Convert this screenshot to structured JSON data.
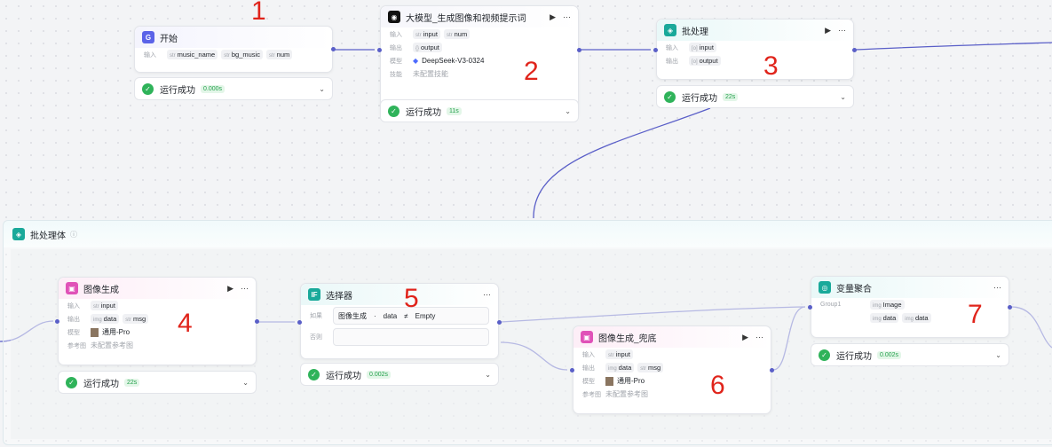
{
  "status_label": "运行成功",
  "nodes": [
    {
      "id": "start",
      "title": "开始",
      "icon": "start-icon",
      "icon_glyph": "G",
      "color": "#5b63e8",
      "actions": false,
      "rows": [
        {
          "label": "输入",
          "tags": [
            {
              "t": "str",
              "v": "music_name"
            },
            {
              "t": "str",
              "v": "bg_music"
            },
            {
              "t": "str",
              "v": "num"
            }
          ]
        }
      ],
      "status_time": "0.000s",
      "annotation": "1"
    },
    {
      "id": "llm",
      "title": "大模型_生成图像和视频提示词",
      "icon": "llm-icon",
      "icon_glyph": "◉",
      "color": "#111111",
      "actions": true,
      "rows": [
        {
          "label": "输入",
          "tags": [
            {
              "t": "str",
              "v": "input"
            },
            {
              "t": "str",
              "v": "num"
            }
          ]
        },
        {
          "label": "输出",
          "tags": [
            {
              "t": "{}",
              "v": "output"
            }
          ]
        },
        {
          "label": "模型",
          "text": "DeepSeek-V3-0324"
        },
        {
          "label": "技能",
          "muted": "未配置技能"
        }
      ],
      "status_time": "11s",
      "annotation": "2"
    },
    {
      "id": "batch",
      "title": "批处理",
      "icon": "batch-icon",
      "icon_glyph": "◈",
      "color": "#19a99a",
      "actions": true,
      "rows": [
        {
          "label": "输入",
          "tags": [
            {
              "t": "[o]",
              "v": "input"
            }
          ]
        },
        {
          "label": "输出",
          "tags": [
            {
              "t": "[o]",
              "v": "output"
            }
          ]
        }
      ],
      "status_time": "22s",
      "annotation": "3"
    },
    {
      "id": "img",
      "title": "图像生成",
      "icon": "image-icon",
      "icon_glyph": "▣",
      "color": "#e052b8",
      "actions": true,
      "rows": [
        {
          "label": "输入",
          "tags": [
            {
              "t": "str",
              "v": "input"
            }
          ]
        },
        {
          "label": "输出",
          "tags": [
            {
              "t": "img",
              "v": "data"
            },
            {
              "t": "str",
              "v": "msg"
            }
          ]
        },
        {
          "label": "模型",
          "text": "通用-Pro"
        },
        {
          "label": "参考图",
          "muted": "未配置参考图"
        }
      ],
      "status_time": "22s",
      "annotation": "4"
    },
    {
      "id": "sel",
      "title": "选择器",
      "icon": "if-icon",
      "icon_glyph": "IF",
      "color": "#19a99a",
      "actions": "more",
      "status_time": "0.002s",
      "annotation": "5"
    },
    {
      "id": "img2",
      "title": "图像生成_兜底",
      "icon": "image-icon",
      "icon_glyph": "▣",
      "color": "#e052b8",
      "actions": true,
      "rows": [
        {
          "label": "输入",
          "tags": [
            {
              "t": "str",
              "v": "input"
            }
          ]
        },
        {
          "label": "输出",
          "tags": [
            {
              "t": "img",
              "v": "data"
            },
            {
              "t": "str",
              "v": "msg"
            }
          ]
        },
        {
          "label": "模型",
          "text": "通用-Pro"
        },
        {
          "label": "参考图",
          "muted": "未配置参考图"
        }
      ],
      "annotation": "6"
    },
    {
      "id": "agg",
      "title": "变量聚合",
      "icon": "aggregate-icon",
      "icon_glyph": "◎",
      "color": "#19a99a",
      "actions": "more",
      "rows": [
        {
          "label": "Group1",
          "tags": [
            {
              "t": "img",
              "v": "Image"
            }
          ]
        },
        {
          "label": "",
          "tags": [
            {
              "t": "img",
              "v": "data"
            },
            {
              "t": "img",
              "v": "data"
            }
          ]
        }
      ],
      "status_time": "0.002s",
      "annotation": "7"
    }
  ],
  "selector": {
    "if_label": "如果",
    "cond_node": "图像生成",
    "cond_sep": "·",
    "cond_var": "data",
    "cond_op": "≠",
    "cond_value": "Empty",
    "else_label": "否则"
  },
  "container": {
    "title": "批处理体"
  }
}
